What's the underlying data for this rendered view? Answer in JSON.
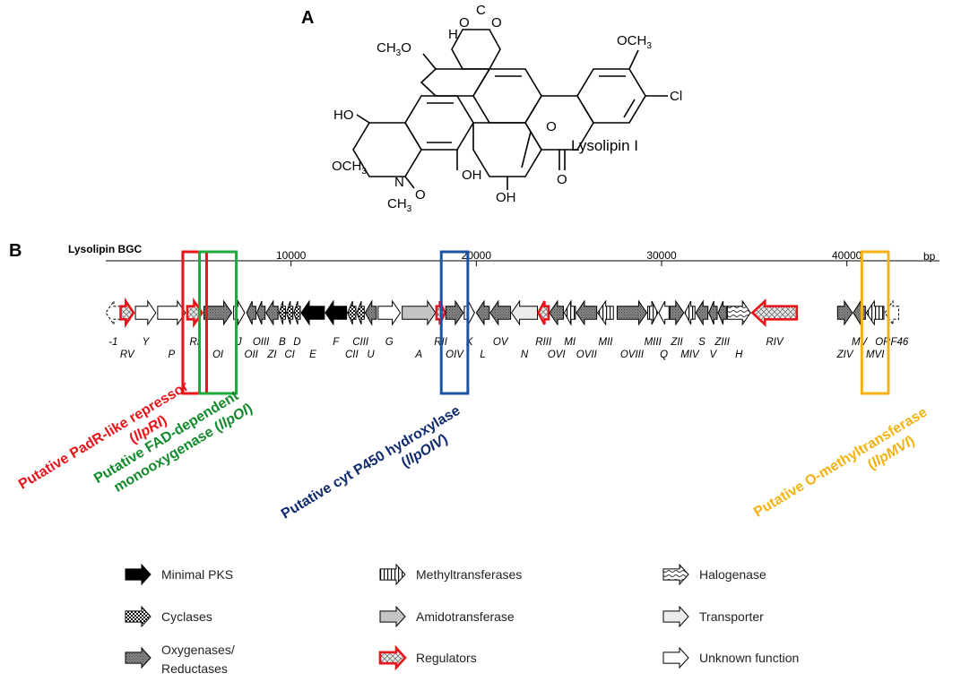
{
  "panel_a": {
    "letter": "A",
    "compound_name": "Lysolipin I",
    "atoms": {
      "och3_top": "OCH",
      "och3_top_sub": "3",
      "ch3o_left": "CH",
      "ch3o_left_sub": "3",
      "ch3o_left_o": "O",
      "h": "H",
      "cl": "Cl",
      "o_xanthone": "O",
      "o_ketone": "O",
      "oh_mid": "OH",
      "oh_low": "OH",
      "ho": "HO",
      "och3_bottom": "OCH",
      "och3_bottom_sub": "3",
      "n": "N",
      "o_lactam": "O",
      "ch3_n": "CH",
      "ch3_n_sub": "3",
      "o_diox1": "O",
      "o_diox2": "O",
      "c_diox": "C"
    }
  },
  "panel_b": {
    "letter": "B",
    "title": "Lysolipin BGC",
    "ruler": {
      "unit": "bp",
      "max_bp": 45000,
      "ticks": [
        {
          "bp": 10000,
          "label": "10000"
        },
        {
          "bp": 20000,
          "label": "20000"
        },
        {
          "bp": 30000,
          "label": "30000"
        },
        {
          "bp": 40000,
          "label": "40000"
        }
      ]
    },
    "genes": [
      {
        "name": "-1",
        "start": 0,
        "end": 800,
        "dir": -1,
        "type": "unknown",
        "dashed": true
      },
      {
        "name": "RV",
        "start": 800,
        "end": 1500,
        "dir": 1,
        "type": "regulator"
      },
      {
        "name": "Y",
        "start": 1600,
        "end": 2700,
        "dir": 1,
        "type": "unknown"
      },
      {
        "name": "P",
        "start": 2800,
        "end": 4300,
        "dir": 1,
        "type": "unknown"
      },
      {
        "name": "RI",
        "start": 4400,
        "end": 5200,
        "dir": 1,
        "type": "regulator"
      },
      {
        "name": "OI",
        "start": 5300,
        "end": 6800,
        "dir": 1,
        "type": "oxygenase"
      },
      {
        "name": "J",
        "start": 6900,
        "end": 7500,
        "dir": 1,
        "type": "unknown"
      },
      {
        "name": "OII",
        "start": 7600,
        "end": 8100,
        "dir": -1,
        "type": "oxygenase"
      },
      {
        "name": "OIII",
        "start": 8150,
        "end": 8600,
        "dir": -1,
        "type": "oxygenase"
      },
      {
        "name": "ZI",
        "start": 8650,
        "end": 9300,
        "dir": -1,
        "type": "oxygenase"
      },
      {
        "name": "B",
        "start": 9350,
        "end": 9700,
        "dir": -1,
        "type": "cyclase"
      },
      {
        "name": "CI",
        "start": 9750,
        "end": 10100,
        "dir": -1,
        "type": "cyclase"
      },
      {
        "name": "D",
        "start": 10150,
        "end": 10500,
        "dir": -1,
        "type": "cyclase"
      },
      {
        "name": "E",
        "start": 10550,
        "end": 11800,
        "dir": -1,
        "type": "pks"
      },
      {
        "name": "F",
        "start": 11850,
        "end": 13000,
        "dir": -1,
        "type": "pks"
      },
      {
        "name": "CII",
        "start": 13050,
        "end": 13500,
        "dir": -1,
        "type": "cyclase"
      },
      {
        "name": "CIII",
        "start": 13550,
        "end": 13950,
        "dir": -1,
        "type": "cyclase"
      },
      {
        "name": "U",
        "start": 14000,
        "end": 14600,
        "dir": -1,
        "type": "oxygenase"
      },
      {
        "name": "G",
        "start": 14700,
        "end": 15900,
        "dir": 1,
        "type": "unknown"
      },
      {
        "name": "A",
        "start": 16000,
        "end": 17800,
        "dir": 1,
        "type": "amido"
      },
      {
        "name": "RII",
        "start": 17850,
        "end": 18300,
        "dir": 1,
        "type": "regulator"
      },
      {
        "name": "OIV",
        "start": 18350,
        "end": 19300,
        "dir": 1,
        "type": "oxygenase"
      },
      {
        "name": "K",
        "start": 19350,
        "end": 19900,
        "dir": 1,
        "type": "unknown"
      },
      {
        "name": "L",
        "start": 20000,
        "end": 20700,
        "dir": -1,
        "type": "oxygenase"
      },
      {
        "name": "OV",
        "start": 20750,
        "end": 21850,
        "dir": -1,
        "type": "oxygenase"
      },
      {
        "name": "N",
        "start": 21900,
        "end": 23300,
        "dir": -1,
        "type": "transporter"
      },
      {
        "name": "RIII",
        "start": 23350,
        "end": 23900,
        "dir": -1,
        "type": "regulator"
      },
      {
        "name": "OVI",
        "start": 23950,
        "end": 24700,
        "dir": -1,
        "type": "oxygenase"
      },
      {
        "name": "MI",
        "start": 24750,
        "end": 25350,
        "dir": -1,
        "type": "methyl"
      },
      {
        "name": "OVII",
        "start": 25400,
        "end": 26500,
        "dir": -1,
        "type": "oxygenase"
      },
      {
        "name": "MII",
        "start": 26550,
        "end": 27400,
        "dir": -1,
        "type": "methyl"
      },
      {
        "name": "OVIII",
        "start": 27600,
        "end": 29200,
        "dir": 1,
        "type": "oxygenase"
      },
      {
        "name": "MIII",
        "start": 29250,
        "end": 29800,
        "dir": 1,
        "type": "methyl"
      },
      {
        "name": "Q",
        "start": 29850,
        "end": 30400,
        "dir": -1,
        "type": "unknown"
      },
      {
        "name": "ZII",
        "start": 30450,
        "end": 31200,
        "dir": 1,
        "type": "oxygenase"
      },
      {
        "name": "MIV",
        "start": 31250,
        "end": 31800,
        "dir": -1,
        "type": "methyl"
      },
      {
        "name": "S",
        "start": 31850,
        "end": 32500,
        "dir": -1,
        "type": "oxygenase"
      },
      {
        "name": "V",
        "start": 32550,
        "end": 33000,
        "dir": -1,
        "type": "oxygenase"
      },
      {
        "name": "ZIII",
        "start": 33050,
        "end": 33500,
        "dir": -1,
        "type": "oxygenase"
      },
      {
        "name": "H",
        "start": 33550,
        "end": 34800,
        "dir": 1,
        "type": "halogenase"
      },
      {
        "name": "RIV",
        "start": 34900,
        "end": 37300,
        "dir": -1,
        "type": "regulator"
      },
      {
        "name": "ZIV",
        "start": 39500,
        "end": 40300,
        "dir": 1,
        "type": "oxygenase"
      },
      {
        "name": "MV",
        "start": 40350,
        "end": 41000,
        "dir": -1,
        "type": "oxygenase"
      },
      {
        "name": "MVI",
        "start": 41050,
        "end": 42000,
        "dir": -1,
        "type": "methyl"
      },
      {
        "name": "ORF46",
        "start": 42050,
        "end": 42800,
        "dir": -1,
        "type": "unknown",
        "dashed": true
      }
    ],
    "highlights": [
      {
        "gene": "RI",
        "color": "#e8141b"
      },
      {
        "gene": "OI",
        "color": "#1fa83c"
      },
      {
        "gene": "OIV",
        "color": "#1c54a4"
      },
      {
        "gene": "MVI",
        "color": "#f2b310"
      }
    ],
    "annotations": [
      {
        "line1_pre": "Putative PadR-like repressor",
        "line2_pre": "(",
        "line2_italic": "llpRI",
        "line2_post": ")",
        "color": "#e8141b"
      },
      {
        "line1_pre": "Putative FAD-dependent",
        "line2_pre": "monooxygenase (",
        "line2_italic": "llpOI",
        "line2_post": ")",
        "color": "#128a2c"
      },
      {
        "line1_pre": "Putative cyt P450 hydroxylase",
        "line2_pre": "(",
        "line2_italic": "llpOIV",
        "line2_post": ")",
        "color": "#102a6e"
      },
      {
        "line1_pre": "Putative O-methyltransferase",
        "line2_pre": "(",
        "line2_italic": "llpMVI",
        "line2_post": ")",
        "color": "#f2b310"
      }
    ]
  },
  "legend": [
    {
      "type": "pks",
      "label": "Minimal PKS"
    },
    {
      "type": "cyclase",
      "label": "Cyclases"
    },
    {
      "type": "oxygenase",
      "label": "Oxygenases/",
      "label2": "Reductases"
    },
    {
      "type": "methyl",
      "label": "Methyltransferases"
    },
    {
      "type": "amido",
      "label": "Amidotransferase"
    },
    {
      "type": "regulator",
      "label": "Regulators"
    },
    {
      "type": "halogenase",
      "label": "Halogenase"
    },
    {
      "type": "transporter",
      "label": "Transporter"
    },
    {
      "type": "unknown",
      "label": "Unknown function"
    }
  ]
}
